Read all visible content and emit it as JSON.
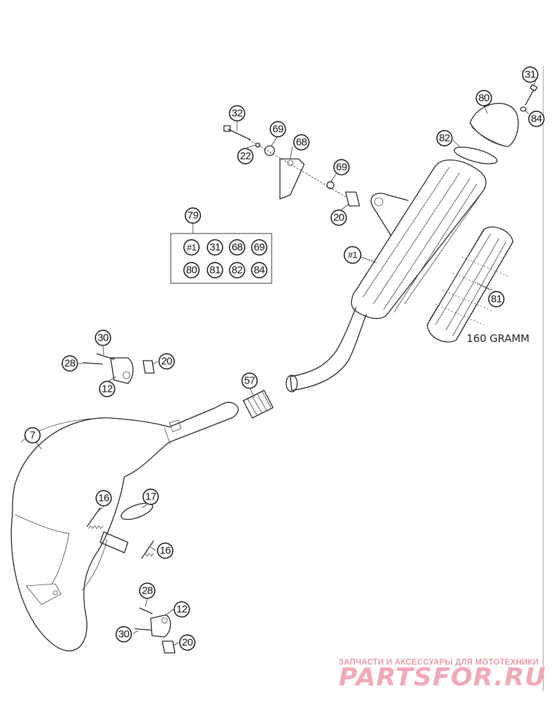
{
  "callouts": {
    "c32": "32",
    "c69a": "69",
    "c68": "68",
    "c22": "22",
    "c69b": "69",
    "c20a": "20",
    "c80": "80",
    "c82": "82",
    "c31": "31",
    "c84": "84",
    "c81": "81",
    "c1": "#1",
    "c79": "79",
    "c30a": "30",
    "c28a": "28",
    "c12a": "12",
    "c20b": "20",
    "c57": "57",
    "c7": "7",
    "c16a": "16",
    "c17": "17",
    "c16b": "16",
    "c28b": "28",
    "c12b": "12",
    "c30b": "30",
    "c20c": "20"
  },
  "kit_79": {
    "row1": [
      "#1",
      "31",
      "68",
      "69"
    ],
    "row2": [
      "80",
      "81",
      "82",
      "84"
    ]
  },
  "weight_note": "160 GRAMM",
  "watermark": {
    "tagline": "ЗАПЧАСТИ И АКСЕССУАРЫ ДЛЯ МОТОТЕХНИКИ",
    "brand": "PARTSFOR.RU"
  }
}
